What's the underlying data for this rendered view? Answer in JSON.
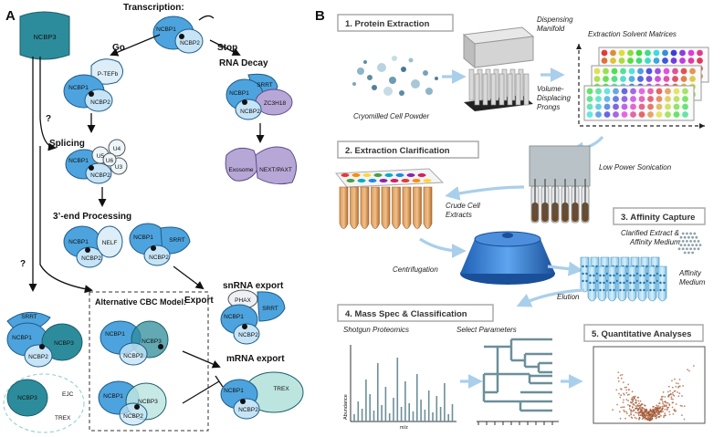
{
  "panelA": {
    "letter": "A",
    "transcription": "Transcription:",
    "go": "Go",
    "stop": "Stop",
    "rna_decay": "RNA Decay",
    "splicing": "Splicing",
    "three_end": "3’-end Processing",
    "export": "Export",
    "snrna_export": "snRNA export",
    "mrna_export": "mRNA export",
    "alt_model": "Alternative CBC Model:",
    "question": "?",
    "ncbp1": "NCBP1",
    "ncbp2": "NCBP2",
    "ncbp3": "NCBP3",
    "ptefb": "P-TEFb",
    "srrt": "SRRT",
    "zc3h18": "ZC3H18",
    "exosome": "Exosome",
    "next_paxt": "NEXT/PAXT",
    "u5": "U5",
    "u4": "U4",
    "u6": "U6",
    "u3": "U3",
    "nelf": "NELF",
    "phax": "PHAX",
    "trex": "TREX",
    "ejc": "EJC"
  },
  "panelB": {
    "letter": "B",
    "step1": "1. Protein Extraction",
    "step2": "2. Extraction Clarification",
    "step3": "3. Affinity Capture",
    "step4": "4. Mass Spec & Classification",
    "step5": "5. Quantitative Analyses",
    "dispensing": "Dispensing Manifold",
    "prongs": "Volume-Displacing Prongs",
    "cryo": "Cryomilled Cell Powder",
    "matrices": "Extraction Solvent Matrices",
    "sonication": "Low Power Sonication",
    "crude": "Crude Cell Extracts",
    "centrifugation": "Centrifugation",
    "clarified": "Clarified Extract & Affinity Medium",
    "affinity_medium": "Affinity Medium",
    "elution": "Elution",
    "shotgun": "Shotgun Proteomics",
    "select": "Select Parameters",
    "abundance": "Abundance",
    "mz": "m/z"
  },
  "colors": {
    "ncbp1": "#4da3dd",
    "ncbp2": "#c6e4f5",
    "ncbp3": "#2d8c9b",
    "purple": "#b7a7d6",
    "teal_light": "#bde5e0",
    "arrow_blue": "#a9cfea",
    "tube": "#c8803f",
    "scatter": "#a0522d"
  }
}
